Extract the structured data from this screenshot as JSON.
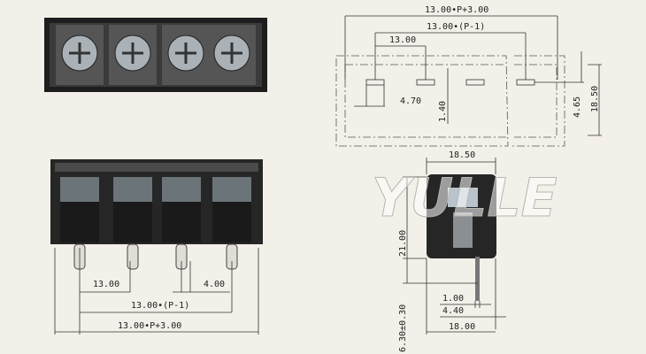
{
  "watermark": "YULLE",
  "top_view": {
    "dim_overall": "13.00•P+3.00",
    "dim_pitch_span": "13.00•(P-1)",
    "dim_pitch": "13.00",
    "dim_pin_width": "4.70",
    "dim_pin_thickness": "1.40",
    "dim_pin_offset": "4.65",
    "dim_depth": "18.50"
  },
  "front_view": {
    "dim_pitch": "13.00",
    "dim_pin_spacing": "4.00",
    "dim_pitch_span": "13.00•(P-1)",
    "dim_overall": "13.00•P+3.00"
  },
  "side_view": {
    "dim_top_width": "18.50",
    "dim_height": "21.00",
    "dim_pin_width": "1.00",
    "dim_pin_offset": "4.40",
    "dim_base_width": "18.00",
    "dim_pin_length": "6.30±0.30"
  },
  "colors": {
    "background": "#f3f0e9",
    "body": "#2a2a2a"
  }
}
